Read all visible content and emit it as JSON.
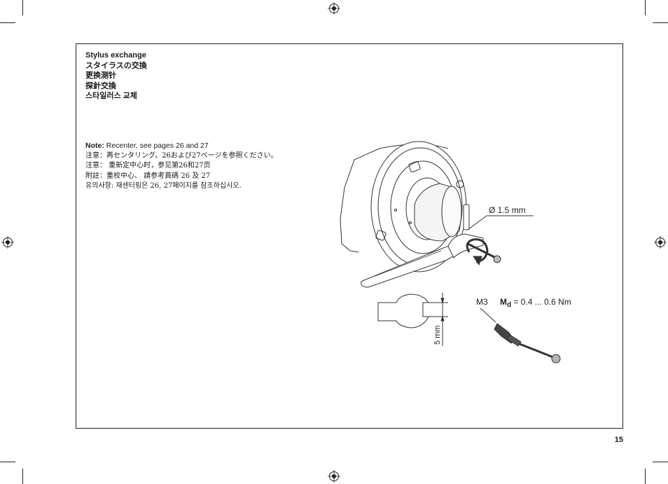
{
  "titles": [
    "Stylus exchange",
    "スタイラスの交換",
    "更换测针",
    "探針交換",
    "스타일러스 교체"
  ],
  "note": {
    "label": "Note:",
    "text_en": " Recenter, see pages 26 and 27",
    "lines": [
      "注意：再センタリング。26および27ページを参照ください。",
      "注意：  重新定中心时，参见第26和27页",
      "附註：重校中心、 請参考頁碼  26  及  27",
      "유의사항: 재센터링은 26, 27페이지를 참조하십시오."
    ]
  },
  "illustration": {
    "diameter_label": "Ø 1.5 mm",
    "thread_label": "M3",
    "torque_symbol": "M",
    "torque_sub": "d",
    "torque_value": " = 0.4 ... 0.6 Nm",
    "wrench_size_label": "5 mm"
  },
  "page_number": "15"
}
